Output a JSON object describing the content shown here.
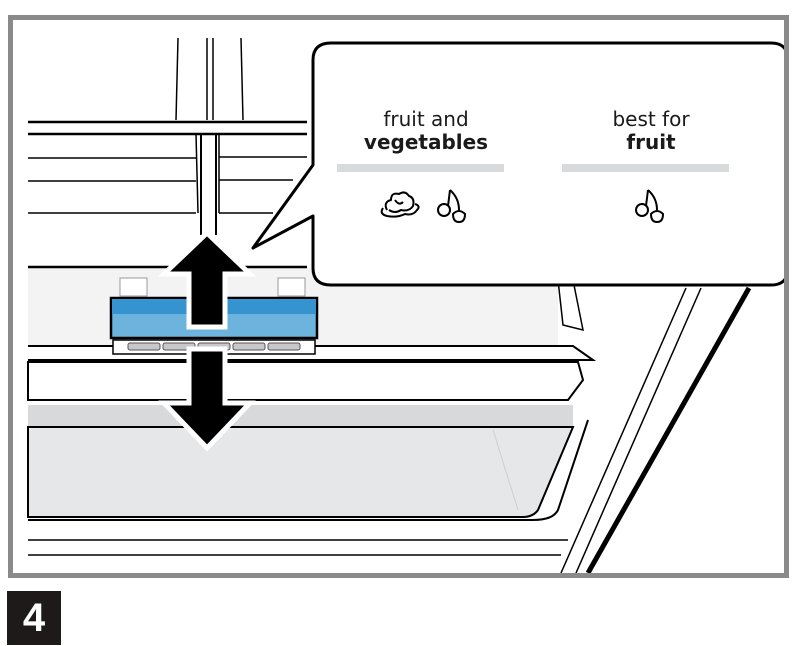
{
  "illustration": {
    "subject": "refrigerator crisper drawer humidity control slider",
    "slider_color": "#3a9ad6",
    "frame_color": "#8a8a8a"
  },
  "callout": {
    "left_option": {
      "line1": "fruit and",
      "line2": "vegetables",
      "icons": [
        "vegetable-icon",
        "cherry-icon"
      ]
    },
    "right_option": {
      "line1": "best for",
      "line2": "fruit",
      "icons": [
        "cherry-icon"
      ]
    }
  },
  "step": {
    "number": "4"
  }
}
